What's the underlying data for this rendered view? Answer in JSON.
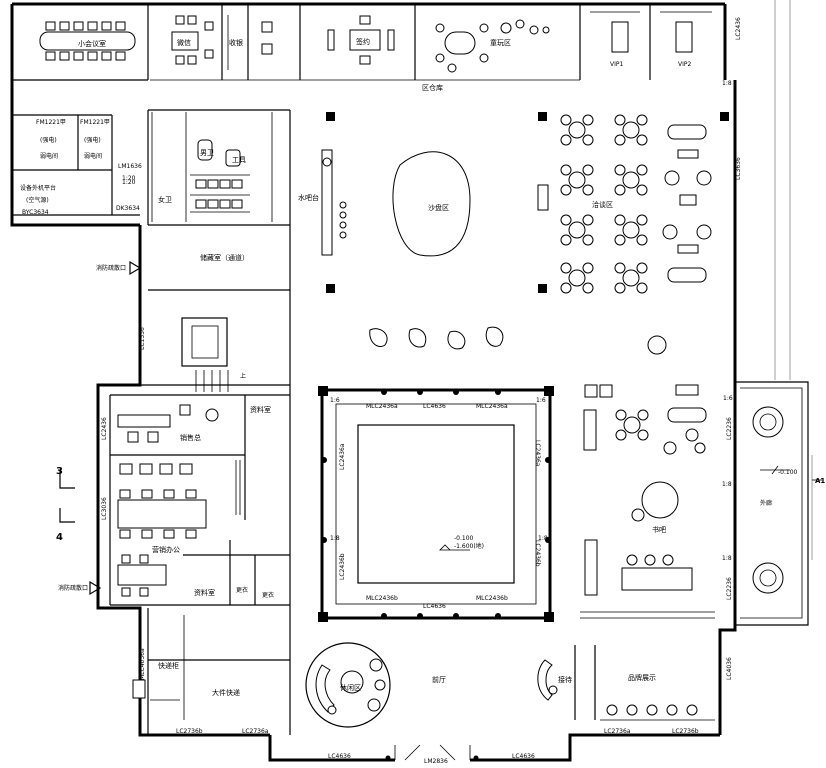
{
  "rooms": {
    "small_meeting": "小会议室",
    "office1": "微信",
    "cashier": "收银",
    "sign": "签约",
    "kids_area": "童玩区",
    "vip1": "VIP1",
    "vip2": "VIP2",
    "storage_zone": "区仓库",
    "fm1": "FM1221甲",
    "fm2": "FM1221甲",
    "elec1": "(强电)",
    "elec1b": "弱电间",
    "elec2": "(强电)",
    "elec2b": "弱电间",
    "lm": "LM1636",
    "ratio": "1:20",
    "equipment": "设备外机平台",
    "equipment_b": "(空气源)",
    "byc": "BYC3634",
    "dk": "DK3634",
    "female_wc": "女卫",
    "male_wc": "男卫",
    "janitor": "工具",
    "water_bar": "水吧台",
    "sand_table": "沙盘区",
    "negotiation": "洽谈区",
    "storage_passage": "储藏室（通道）",
    "sales_manager": "销售总",
    "data_room": "资料室",
    "sales_office": "营销办公",
    "data_room2": "资料室",
    "changing1": "更衣",
    "changing2": "更衣",
    "water_room": "快递柜",
    "big_storage": "大件快递",
    "book_bar": "书吧",
    "kids_area2": "休闲区",
    "lobby": "前厅",
    "reception": "接待",
    "brand_display": "品牌展示",
    "outdoor": "外廊"
  },
  "window_codes": {
    "lc4636_top": "LC4636",
    "mlc_top_l": "MLC2436a",
    "mlc_top_r": "MLC2436a",
    "lc4636_bottom": "LC4636",
    "mlc_bot_l": "MLC2436b",
    "mlc_bot_r": "MLC2436b",
    "lc2436_left_a": "LC2436a",
    "lc2436_left_b": "LC2436b",
    "lc2436_right_a": "LC2436a",
    "lc2436_right_b": "LC2436b",
    "lc2736_bl": "LC2736b",
    "lc2736_bl2": "LC2736a",
    "lc4636_b1": "LC4636",
    "lm2836": "LM2836",
    "lc4636_b2": "LC4636",
    "lc2736_br": "LC2736a",
    "lc2736_br2": "LC2736b",
    "lc2236_a": "LC2236",
    "lc2236_b": "LC2236",
    "lc4036": "LC4036",
    "mlc_left": "MLC4036a",
    "lc1536": "LC1536",
    "rt_2436": "LC2436",
    "rt_3636": "LC3636",
    "left_lc2436": "LC2436",
    "left_lc3036": "LC3036"
  },
  "levels": {
    "court_a": "-0.100",
    "court_b": "-1.600(地)",
    "outdoor": "-0.100"
  },
  "ratios": {
    "r1": "1:6",
    "r2": "1:6",
    "r3": "1:8",
    "r4": "1:8",
    "r5": "1:6",
    "r6": "1:8",
    "r7": "1:8",
    "r8": "1:20",
    "r9": "1:8",
    "up": "上"
  },
  "axes": {
    "a3": "3",
    "a4": "4",
    "a1": "A1"
  },
  "exits": {
    "left_top": "消防疏散口",
    "left_bottom": "消防疏散口"
  }
}
